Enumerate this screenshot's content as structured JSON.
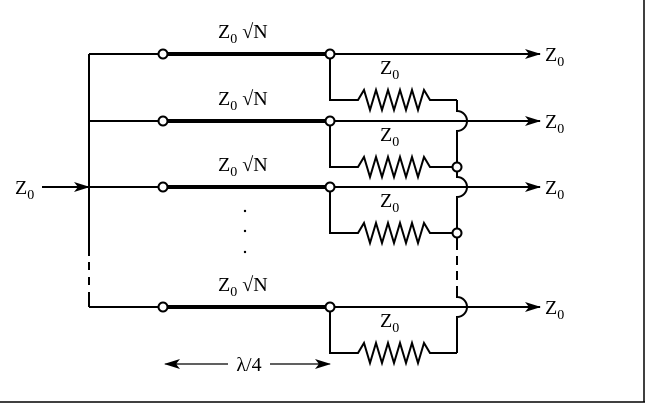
{
  "diagram": {
    "input_port": {
      "symbol": "Z",
      "sub": "0"
    },
    "output_ports": [
      {
        "symbol": "Z",
        "sub": "0"
      },
      {
        "symbol": "Z",
        "sub": "0"
      },
      {
        "symbol": "Z",
        "sub": "0"
      },
      {
        "symbol": "Z",
        "sub": "0"
      }
    ],
    "line_labels": [
      {
        "symbol": "Z",
        "sub": "0",
        "factor": "√N"
      },
      {
        "symbol": "Z",
        "sub": "0",
        "factor": "√N"
      },
      {
        "symbol": "Z",
        "sub": "0",
        "factor": "√N"
      },
      {
        "symbol": "Z",
        "sub": "0",
        "factor": "√N"
      }
    ],
    "resistor_labels": [
      {
        "symbol": "Z",
        "sub": "0"
      },
      {
        "symbol": "Z",
        "sub": "0"
      },
      {
        "symbol": "Z",
        "sub": "0"
      },
      {
        "symbol": "Z",
        "sub": "0"
      }
    ],
    "length_label": "λ/4",
    "ellipsis": "· · ·"
  }
}
